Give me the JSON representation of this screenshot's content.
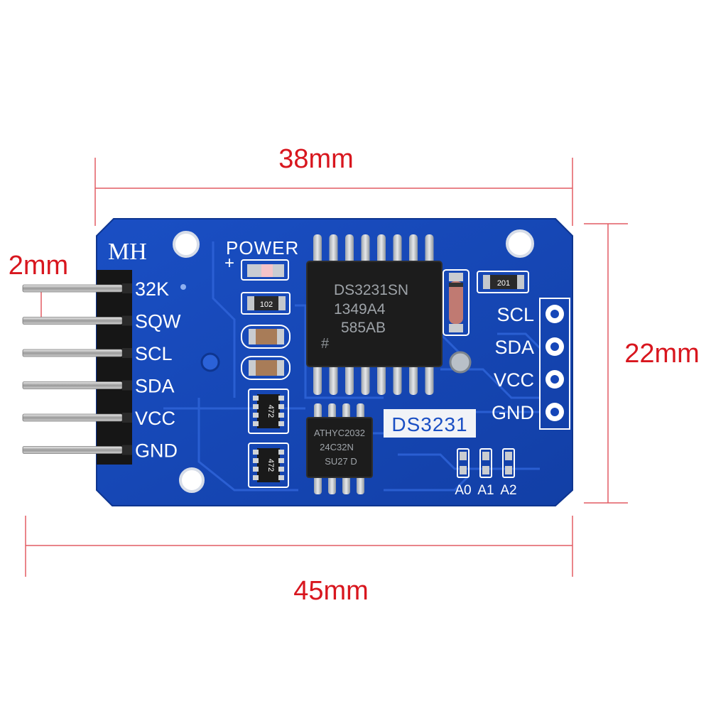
{
  "dimensions": {
    "width_label": "38mm",
    "height_label": "22mm",
    "length_label": "45mm",
    "pin_pitch_label": "2mm"
  },
  "board": {
    "brand": "MH",
    "power_label": "POWER",
    "power_plus": "+",
    "model_label": "DS3231",
    "left_pins": [
      "32K",
      "SQW",
      "SCL",
      "SDA",
      "VCC",
      "GND"
    ],
    "right_pins": [
      "SCL",
      "SDA",
      "VCC",
      "GND"
    ],
    "address_pads": [
      "A0",
      "A1",
      "A2"
    ]
  },
  "chips": {
    "rtc_line1": "DS3231SN",
    "rtc_line2": "1349A4",
    "rtc_line3": "585AB",
    "rtc_mark": "#",
    "eeprom_line1": "ATHYC2032",
    "eeprom_line2": "24C32N",
    "eeprom_line3": "SU27 D"
  },
  "components": {
    "resistor_102": "102",
    "resistor_201": "201",
    "resistor_pack_1": "472",
    "resistor_pack_2": "472"
  },
  "colors": {
    "pcb": "#1546b8",
    "silkscreen": "#ffffff",
    "dimension_red": "#d8161e",
    "dimension_line": "#e25c63"
  }
}
